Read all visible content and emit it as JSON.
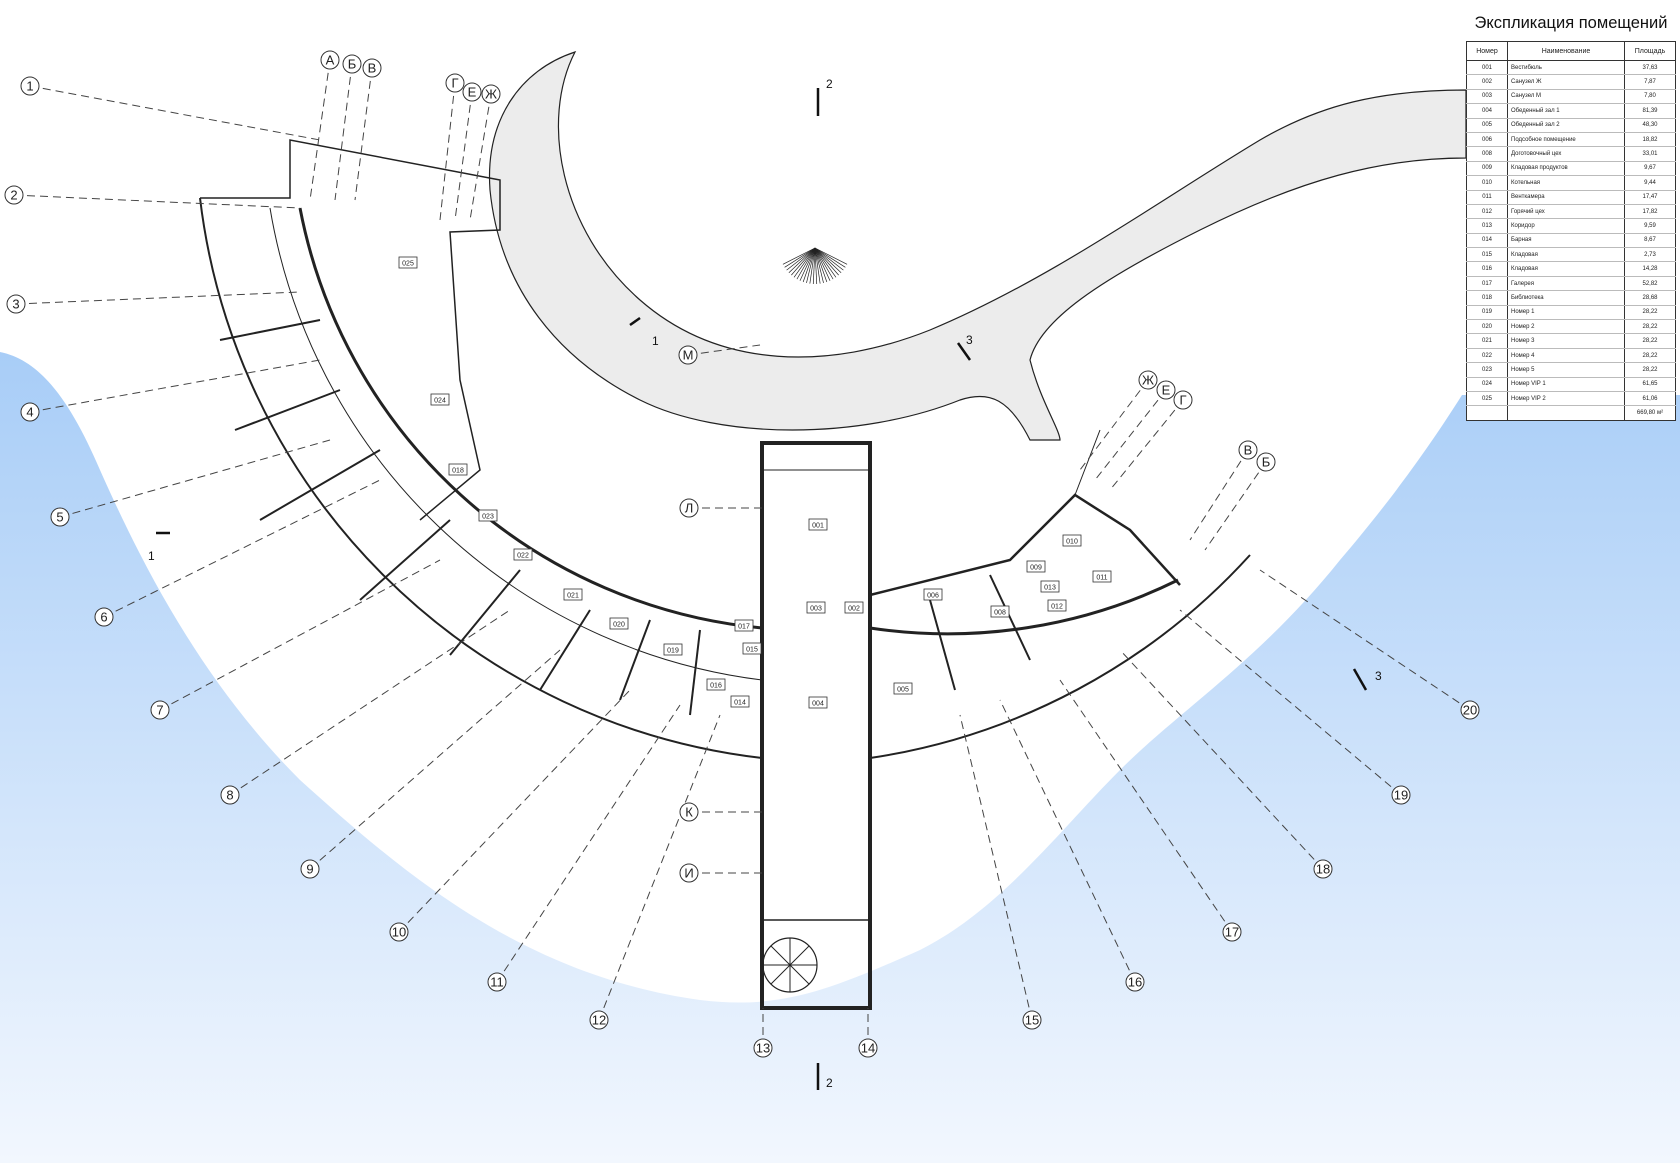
{
  "explication": {
    "title": "Экспликация помещений",
    "headers": {
      "number": "Номер",
      "name": "Наименование",
      "area": "Площадь"
    },
    "rows": [
      {
        "number": "001",
        "name": "Вестибюль",
        "area": "37,63"
      },
      {
        "number": "002",
        "name": "Санузел Ж",
        "area": "7,87"
      },
      {
        "number": "003",
        "name": "Санузел М",
        "area": "7,80"
      },
      {
        "number": "004",
        "name": "Обеденный зал 1",
        "area": "81,39"
      },
      {
        "number": "005",
        "name": "Обеденный зал 2",
        "area": "48,30"
      },
      {
        "number": "006",
        "name": "Подсобное помещение",
        "area": "18,82"
      },
      {
        "number": "008",
        "name": "Доготовочный цех",
        "area": "33,01"
      },
      {
        "number": "009",
        "name": "Кладовая продуктов",
        "area": "9,67"
      },
      {
        "number": "010",
        "name": "Котельная",
        "area": "9,44"
      },
      {
        "number": "011",
        "name": "Венткамера",
        "area": "17,47"
      },
      {
        "number": "012",
        "name": "Горячий цех",
        "area": "17,82"
      },
      {
        "number": "013",
        "name": "Коридор",
        "area": "9,59"
      },
      {
        "number": "014",
        "name": "Барная",
        "area": "8,67"
      },
      {
        "number": "015",
        "name": "Кладовая",
        "area": "2,73"
      },
      {
        "number": "016",
        "name": "Кладовая",
        "area": "14,28"
      },
      {
        "number": "017",
        "name": "Галерея",
        "area": "52,82"
      },
      {
        "number": "018",
        "name": "Библиотека",
        "area": "28,68"
      },
      {
        "number": "019",
        "name": "Номер 1",
        "area": "28,22"
      },
      {
        "number": "020",
        "name": "Номер 2",
        "area": "28,22"
      },
      {
        "number": "021",
        "name": "Номер 3",
        "area": "28,22"
      },
      {
        "number": "022",
        "name": "Номер 4",
        "area": "28,22"
      },
      {
        "number": "023",
        "name": "Номер 5",
        "area": "28,22"
      },
      {
        "number": "024",
        "name": "Номер VIP 1",
        "area": "61,65"
      },
      {
        "number": "025",
        "name": "Номер VIP 2",
        "area": "61,06"
      }
    ],
    "total": "669,80 м²"
  },
  "radial_axes": [
    "1",
    "2",
    "3",
    "4",
    "5",
    "6",
    "7",
    "8",
    "9",
    "10",
    "11",
    "12",
    "13",
    "14",
    "15",
    "16",
    "17",
    "18",
    "19",
    "20"
  ],
  "letter_axes_left": [
    "А",
    "Б",
    "В",
    "Г",
    "Е",
    "Ж"
  ],
  "letter_axes_right": [
    "Ж",
    "Е",
    "Г",
    "В",
    "Б"
  ],
  "letter_axes_center": [
    "М",
    "Л",
    "К",
    "И"
  ],
  "section_marks": [
    "1",
    "1",
    "2",
    "2",
    "3",
    "3"
  ],
  "plan_room_labels": [
    "001",
    "002",
    "003",
    "004",
    "005",
    "006",
    "008",
    "009",
    "010",
    "011",
    "012",
    "013",
    "014",
    "015",
    "016",
    "017",
    "018",
    "019",
    "020",
    "021",
    "022",
    "023",
    "024",
    "025"
  ],
  "colors": {
    "water_top": "#a8cdf7",
    "water_bottom": "#eaf3fd",
    "line": "#222222",
    "road": "#ececec"
  }
}
